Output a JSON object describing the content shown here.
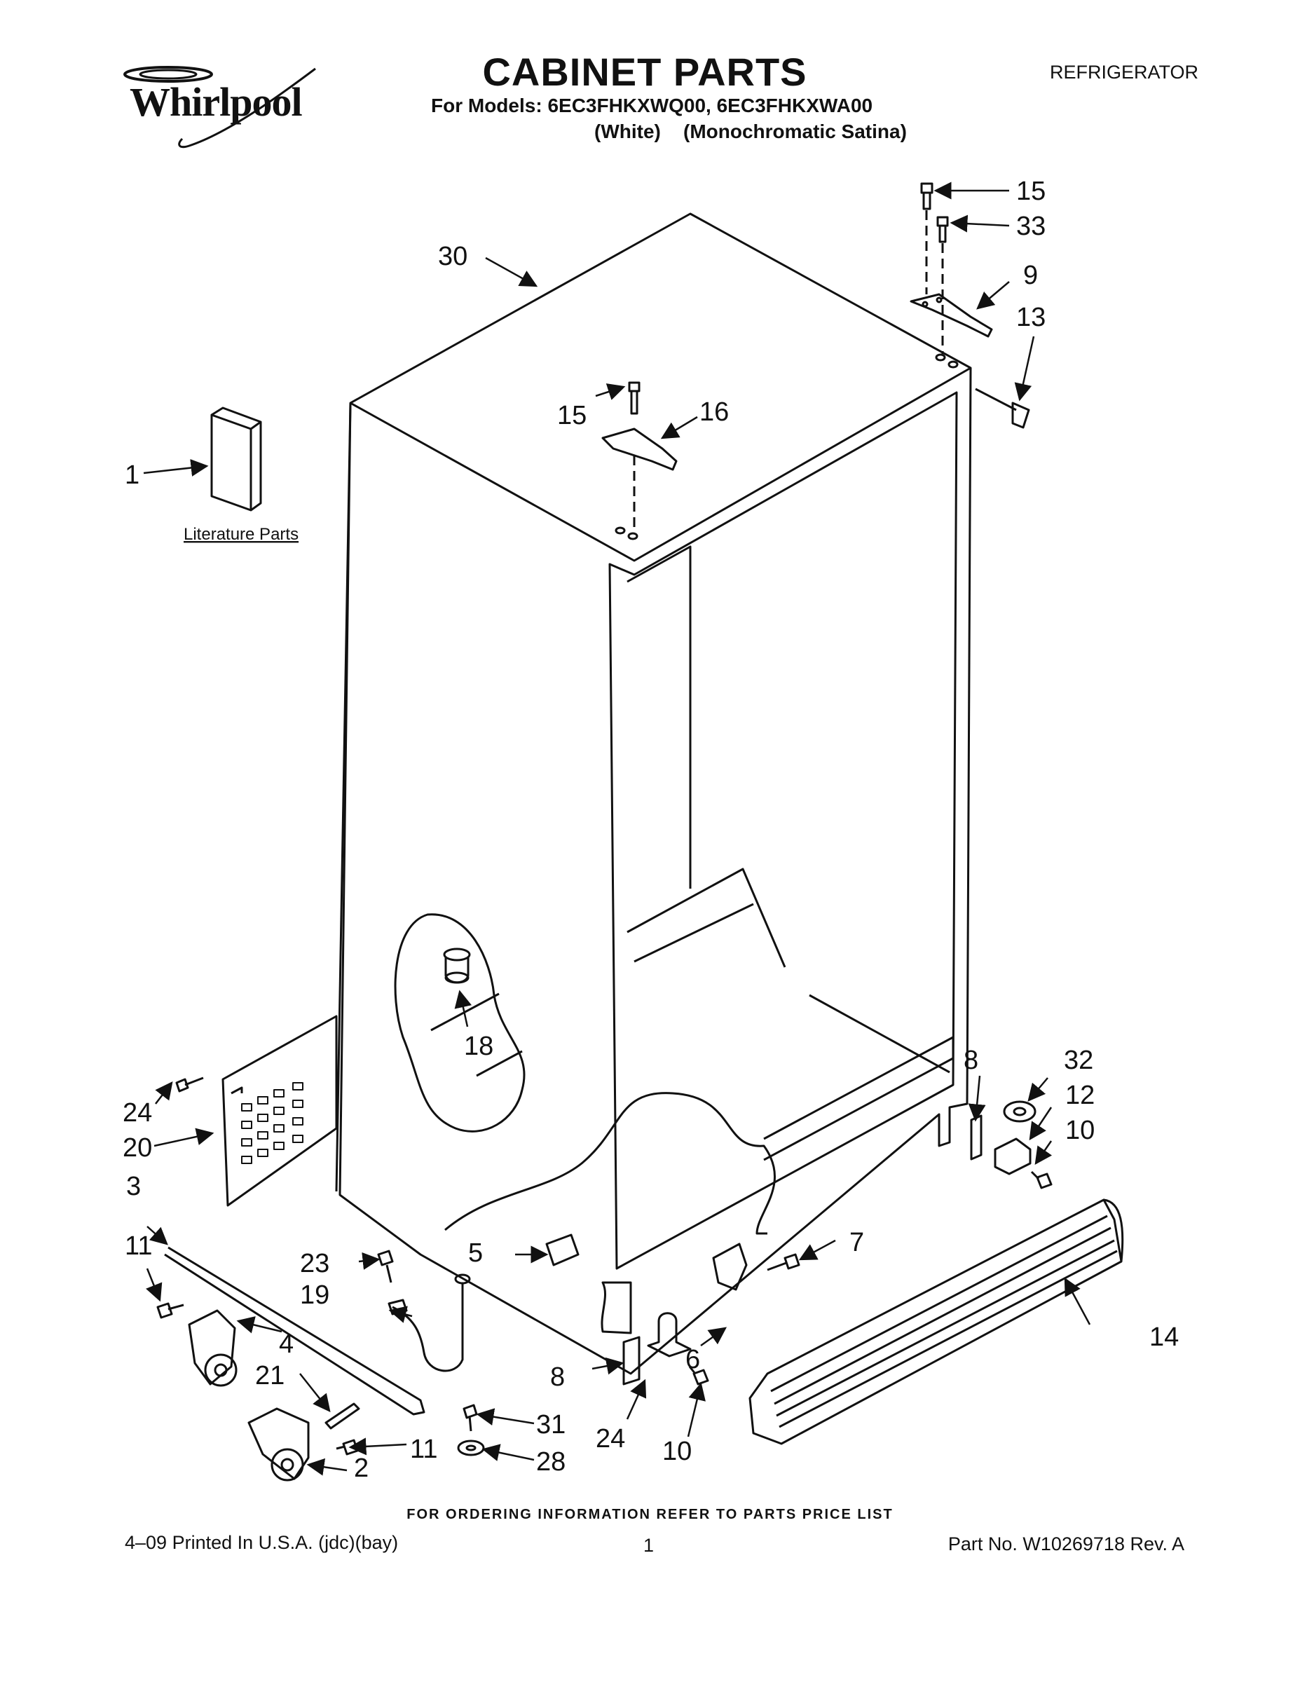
{
  "header": {
    "brand": "Whirlpool",
    "title": "CABINET PARTS",
    "category": "REFRIGERATOR",
    "models_line": "For Models: 6EC3FHKXWQ00, 6EC3FHKXWA00",
    "variant_white": "(White)",
    "variant_mono": "(Monochromatic Satina)"
  },
  "diagram": {
    "literature_label": "Literature Parts",
    "callouts": {
      "c1": "1",
      "c2": "2",
      "c3": "3",
      "c4": "4",
      "c5": "5",
      "c6": "6",
      "c7": "7",
      "c8a": "8",
      "c8b": "8",
      "c9": "9",
      "c10a": "10",
      "c10b": "10",
      "c11a": "11",
      "c11b": "11",
      "c12": "12",
      "c13": "13",
      "c14": "14",
      "c15a": "15",
      "c15b": "15",
      "c16": "16",
      "c18": "18",
      "c19": "19",
      "c20": "20",
      "c21": "21",
      "c23": "23",
      "c24a": "24",
      "c24b": "24",
      "c28": "28",
      "c30": "30",
      "c31": "31",
      "c32": "32",
      "c33": "33"
    }
  },
  "footer": {
    "ordering_note": "FOR ORDERING INFORMATION REFER TO PARTS PRICE LIST",
    "printed": "4–09 Printed In U.S.A. (jdc)(bay)",
    "page_number": "1",
    "part_number": "Part No. W10269718 Rev. A"
  }
}
